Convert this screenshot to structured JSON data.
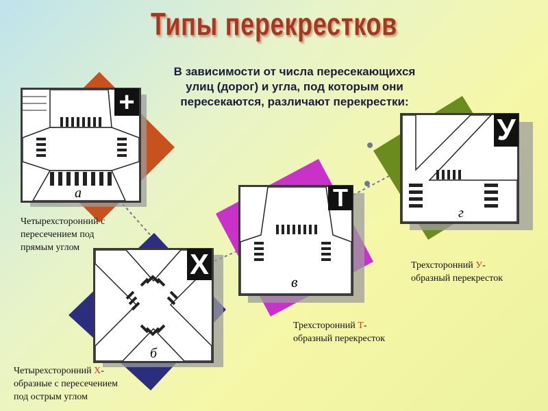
{
  "title": "Типы перекрестков",
  "subtitle": {
    "line1": "В зависимости от числа пересекающихся",
    "line2": "улиц (дорог) и угла, под которым они",
    "line3": "пересекаются, различают перекрестки:"
  },
  "colors": {
    "title": "#a03a22",
    "diamond_plus": "#c8521e",
    "diamond_x": "#2a2e7c",
    "diamond_t": "#c832c8",
    "diamond_y": "#6a8c1e",
    "connector": "#6e7a8c",
    "highlight": "#d23a2a"
  },
  "cards": [
    {
      "id": "plus",
      "badge": "+",
      "letter": "а",
      "label_line1": "Четырехсторонний с",
      "label_line2": "пересечением под",
      "label_line3": "прямым углом"
    },
    {
      "id": "x",
      "badge": "Х",
      "letter": "б",
      "label_line1_pre": "Четырехсторонний ",
      "label_line1_hl": "Х",
      "label_line1_post": "-",
      "label_line2": "образные с пересечением",
      "label_line3": "под острым углом"
    },
    {
      "id": "t",
      "badge": "Т",
      "letter": "в",
      "label_line1_pre": "Трехсторонний ",
      "label_line1_hl": "Т",
      "label_line1_post": "-",
      "label_line2": "образный перекресток"
    },
    {
      "id": "y",
      "badge": "У",
      "letter": "г",
      "label_line1_pre": "Трехсторонний ",
      "label_line1_hl": "У",
      "label_line1_post": "-",
      "label_line2": "образный перекресток"
    }
  ]
}
